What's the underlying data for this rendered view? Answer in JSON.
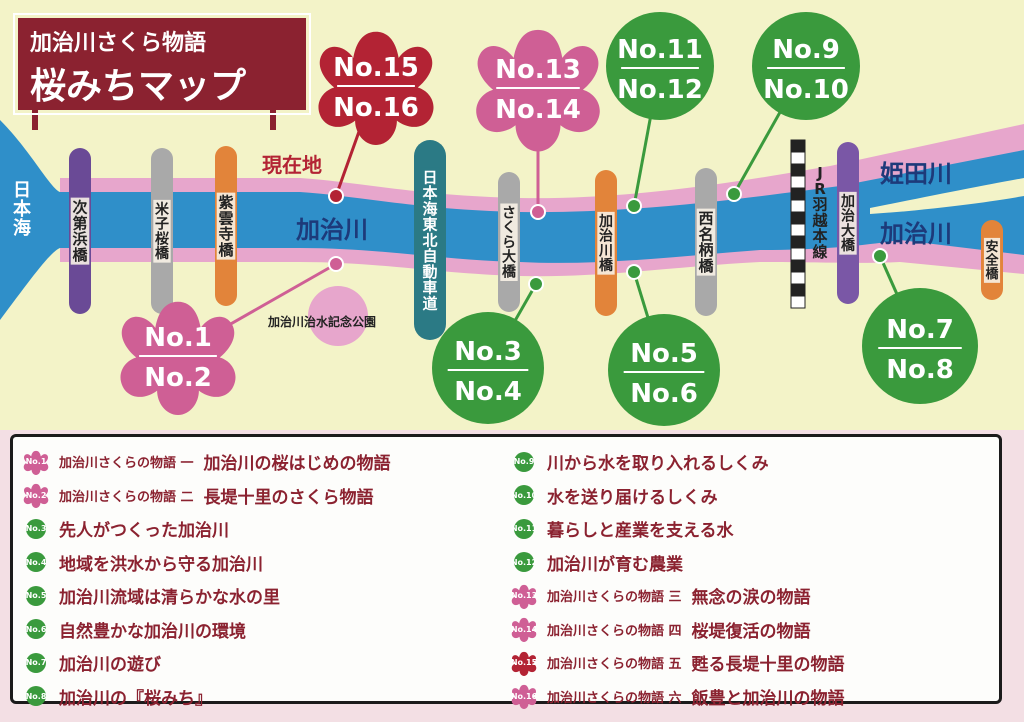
{
  "title": {
    "line1": "加治川さくら物語",
    "line2": "桜みちマップ"
  },
  "map_labels": {
    "sea": "日本海",
    "current_location": "現在地",
    "river_main": "加治川",
    "river_right_upper": "姫田川",
    "river_right_lower": "加治川",
    "park": "加治川治水記念公園"
  },
  "bridges": [
    {
      "label": "次第浜橋",
      "color": "#6a4a96"
    },
    {
      "label": "米子桜橋",
      "color": "#a9a9a9"
    },
    {
      "label": "紫雲寺橋",
      "color": "#e2843a"
    },
    {
      "label": "日本海東北自動車道",
      "color": "#2b7a85"
    },
    {
      "label": "さくら大橋",
      "color": "#a9a9a9"
    },
    {
      "label": "加治川橋",
      "color": "#e2843a"
    },
    {
      "label": "西名柄橋",
      "color": "#a9a9a9"
    },
    {
      "label": "JR羽越本線",
      "color": "#222222"
    },
    {
      "label": "加治大橋",
      "color": "#7a57a6"
    },
    {
      "label": "安全橋",
      "color": "#e2843a"
    }
  ],
  "markers": [
    {
      "top": "No.15",
      "bottom": "No.16",
      "shape": "sakura",
      "color": "#b32334"
    },
    {
      "top": "No.13",
      "bottom": "No.14",
      "shape": "sakura",
      "color": "#cf5f95"
    },
    {
      "top": "No.11",
      "bottom": "No.12",
      "shape": "circle",
      "color": "#3a9a3d"
    },
    {
      "top": "No.9",
      "bottom": "No.10",
      "shape": "circle",
      "color": "#3a9a3d"
    },
    {
      "top": "No.1",
      "bottom": "No.2",
      "shape": "sakura",
      "color": "#cf5f95"
    },
    {
      "top": "No.3",
      "bottom": "No.4",
      "shape": "circle",
      "color": "#3a9a3d"
    },
    {
      "top": "No.5",
      "bottom": "No.6",
      "shape": "circle",
      "color": "#3a9a3d"
    },
    {
      "top": "No.7",
      "bottom": "No.8",
      "shape": "circle",
      "color": "#3a9a3d"
    }
  ],
  "legend": {
    "left": [
      {
        "num": "No.1",
        "shape": "sakura",
        "color": "#cf5f95",
        "prefix": "加治川さくらの物語 一",
        "text": "加治川の桜はじめの物語"
      },
      {
        "num": "No.2",
        "shape": "sakura",
        "color": "#cf5f95",
        "prefix": "加治川さくらの物語 二",
        "text": "長堤十里のさくら物語"
      },
      {
        "num": "No.3",
        "shape": "circle",
        "color": "#3a9a3d",
        "prefix": "",
        "text": "先人がつくった加治川"
      },
      {
        "num": "No.4",
        "shape": "circle",
        "color": "#3a9a3d",
        "prefix": "",
        "text": "地域を洪水から守る加治川"
      },
      {
        "num": "No.5",
        "shape": "circle",
        "color": "#3a9a3d",
        "prefix": "",
        "text": "加治川流域は清らかな水の里"
      },
      {
        "num": "No.6",
        "shape": "circle",
        "color": "#3a9a3d",
        "prefix": "",
        "text": "自然豊かな加治川の環境"
      },
      {
        "num": "No.7",
        "shape": "circle",
        "color": "#3a9a3d",
        "prefix": "",
        "text": "加治川の遊び"
      },
      {
        "num": "No.8",
        "shape": "circle",
        "color": "#3a9a3d",
        "prefix": "",
        "text": "加治川の『桜みち』"
      }
    ],
    "right": [
      {
        "num": "No.9",
        "shape": "circle",
        "color": "#3a9a3d",
        "prefix": "",
        "text": "川から水を取り入れるしくみ"
      },
      {
        "num": "No.10",
        "shape": "circle",
        "color": "#3a9a3d",
        "prefix": "",
        "text": "水を送り届けるしくみ"
      },
      {
        "num": "No.11",
        "shape": "circle",
        "color": "#3a9a3d",
        "prefix": "",
        "text": "暮らしと産業を支える水"
      },
      {
        "num": "No.12",
        "shape": "circle",
        "color": "#3a9a3d",
        "prefix": "",
        "text": "加治川が育む農業"
      },
      {
        "num": "No.13",
        "shape": "sakura",
        "color": "#cf5f95",
        "prefix": "加治川さくらの物語 三",
        "text": "無念の涙の物語"
      },
      {
        "num": "No.14",
        "shape": "sakura",
        "color": "#cf5f95",
        "prefix": "加治川さくらの物語 四",
        "text": "桜堤復活の物語"
      },
      {
        "num": "No.15",
        "shape": "sakura",
        "color": "#b32334",
        "prefix": "加治川さくらの物語 五",
        "text": "甦る長堤十里の物語"
      },
      {
        "num": "No.16",
        "shape": "sakura",
        "color": "#cf5f95",
        "prefix": "加治川さくらの物語 六",
        "text": "飯豊と加治川の物語"
      }
    ]
  },
  "colors": {
    "background": "#f3f3c8",
    "river": "#2f8fc9",
    "bank": "#e7a6cc",
    "title_bg": "#8b2230",
    "text_red": "#8b2230",
    "navy": "#1d3a7a"
  }
}
